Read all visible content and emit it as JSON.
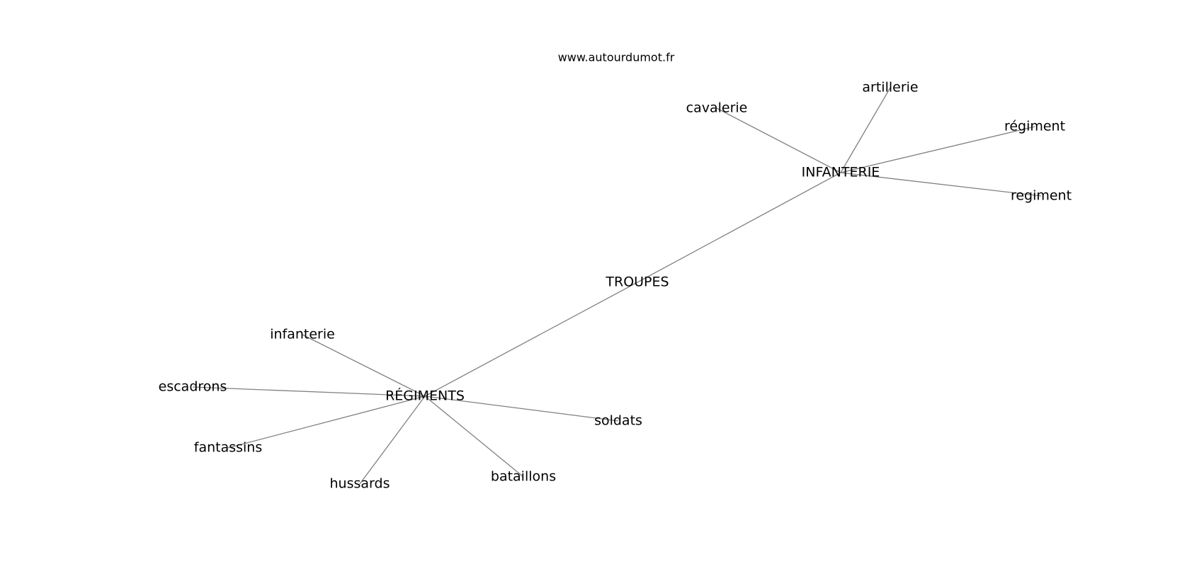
{
  "watermark": "www.autourdumot.fr",
  "colors": {
    "edge": "#808080",
    "text": "#000000",
    "background": "#ffffff"
  },
  "nodes": [
    {
      "id": "troupes",
      "label": "TROUPES"
    },
    {
      "id": "infanterie_hub",
      "label": "INFANTERIE"
    },
    {
      "id": "regiments_hub",
      "label": "RÉGIMENTS"
    },
    {
      "id": "cavalerie",
      "label": "cavalerie"
    },
    {
      "id": "artillerie",
      "label": "artillerie"
    },
    {
      "id": "regiment_accent",
      "label": "régiment"
    },
    {
      "id": "regiment",
      "label": "regiment"
    },
    {
      "id": "infanterie",
      "label": "infanterie"
    },
    {
      "id": "escadrons",
      "label": "escadrons"
    },
    {
      "id": "fantassins",
      "label": "fantassins"
    },
    {
      "id": "hussards",
      "label": "hussards"
    },
    {
      "id": "bataillons",
      "label": "bataillons"
    },
    {
      "id": "soldats",
      "label": "soldats"
    }
  ],
  "edges": [
    [
      "troupes",
      "infanterie_hub"
    ],
    [
      "troupes",
      "regiments_hub"
    ],
    [
      "infanterie_hub",
      "cavalerie"
    ],
    [
      "infanterie_hub",
      "artillerie"
    ],
    [
      "infanterie_hub",
      "regiment_accent"
    ],
    [
      "infanterie_hub",
      "regiment"
    ],
    [
      "regiments_hub",
      "infanterie"
    ],
    [
      "regiments_hub",
      "escadrons"
    ],
    [
      "regiments_hub",
      "fantassins"
    ],
    [
      "regiments_hub",
      "hussards"
    ],
    [
      "regiments_hub",
      "bataillons"
    ],
    [
      "regiments_hub",
      "soldats"
    ]
  ]
}
